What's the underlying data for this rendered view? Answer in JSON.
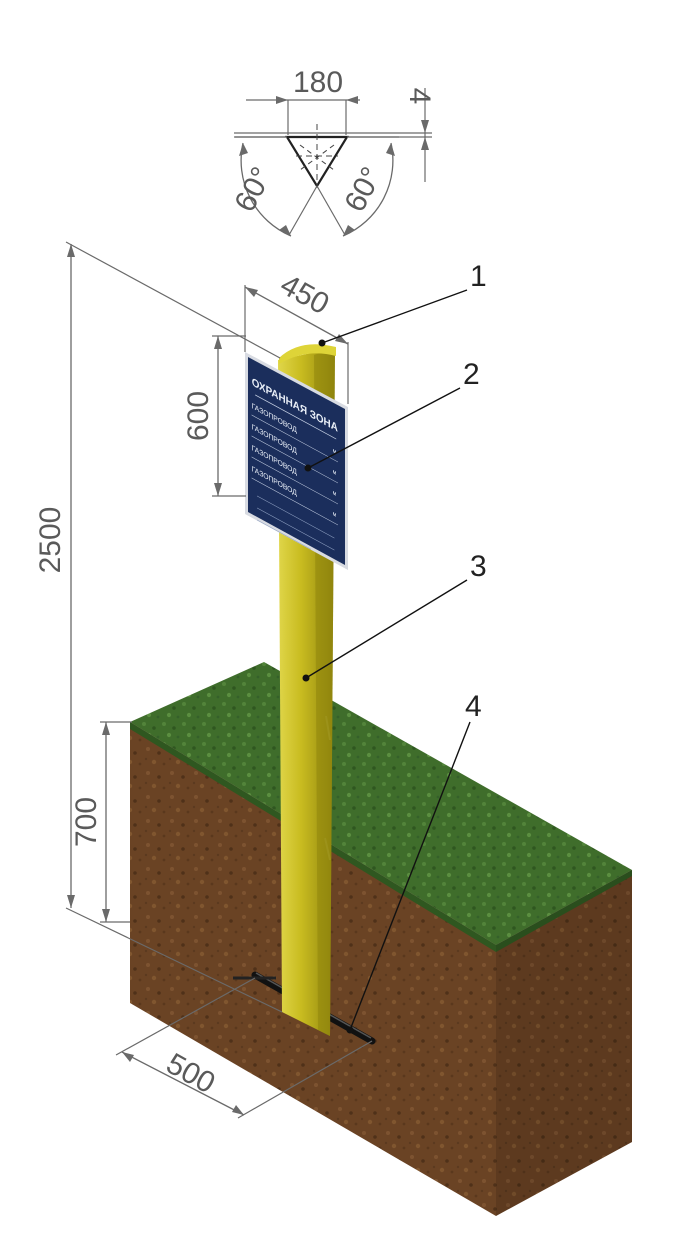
{
  "colors": {
    "post": "#c4b81c",
    "post_shade": "#8f850d",
    "post_light": "#ded438",
    "sign": "#1b2e5c",
    "sign_border": "#d8dbe2",
    "grass": "#3d6b2a",
    "soil": "#6a4324",
    "soil_dark": "#4f3119",
    "dim_line": "#6a6a6a",
    "text": "#5a5a5a"
  },
  "dimensions": {
    "top_width": "180",
    "top_thickness": "4",
    "angle_left": "60°",
    "angle_right": "60°",
    "sign_width": "450",
    "sign_height": "600",
    "total_height": "2500",
    "burial_depth": "700",
    "base_width": "500"
  },
  "sign": {
    "title": "ОХРАННАЯ ЗОНА",
    "rows": [
      "ГАЗОПРОВОД",
      "ГАЗОПРОВОД",
      "ГАЗОПРОВОД",
      "ГАЗОПРОВОД"
    ],
    "unit": "м"
  },
  "callouts": [
    "1",
    "2",
    "3",
    "4"
  ]
}
